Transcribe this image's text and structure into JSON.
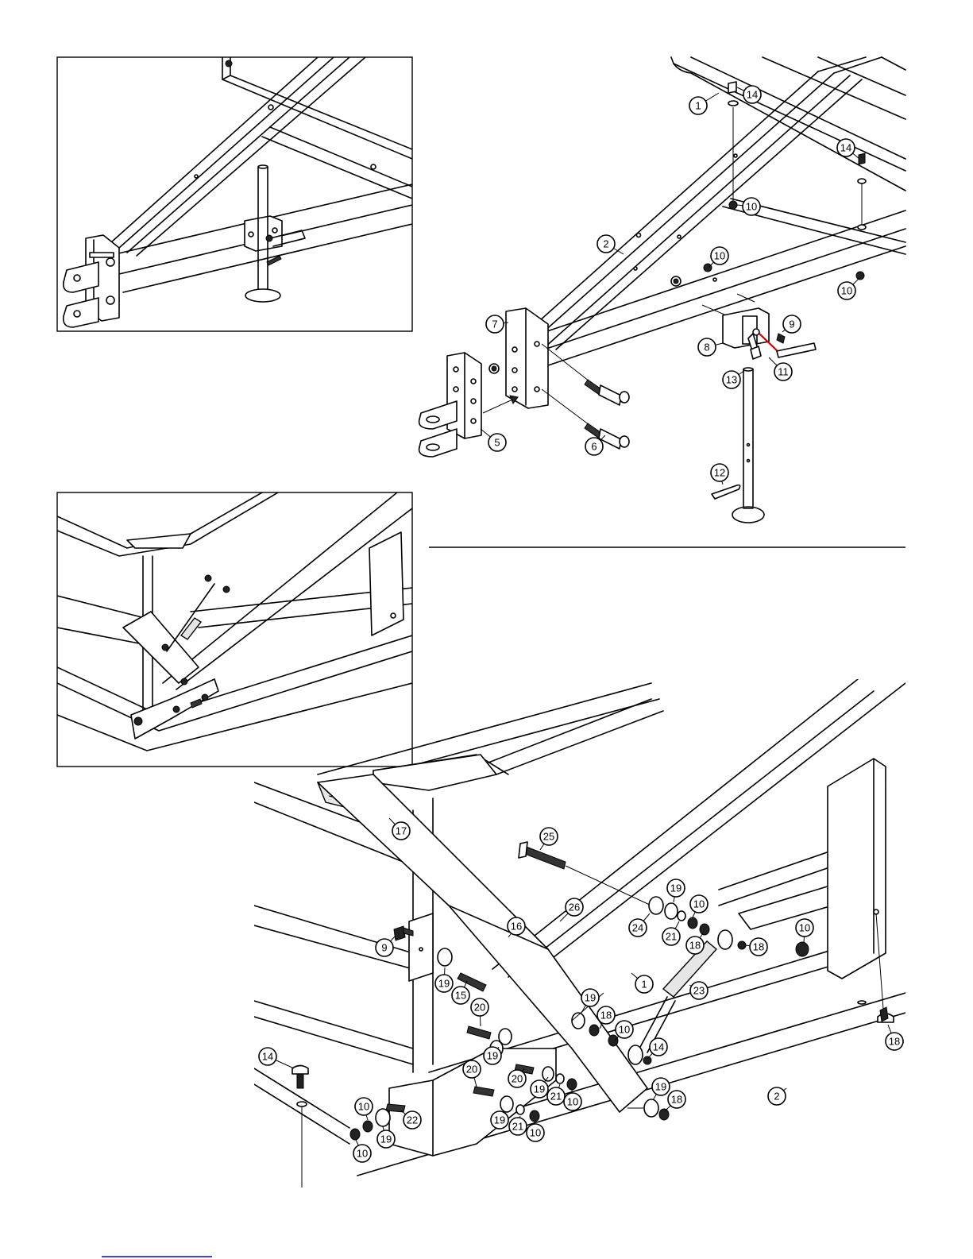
{
  "callouts": {
    "top": [
      {
        "n": "1"
      },
      {
        "n": "14"
      },
      {
        "n": "14"
      },
      {
        "n": "10"
      },
      {
        "n": "2"
      },
      {
        "n": "10"
      },
      {
        "n": "10"
      },
      {
        "n": "7"
      },
      {
        "n": "9"
      },
      {
        "n": "8"
      },
      {
        "n": "11"
      },
      {
        "n": "13"
      },
      {
        "n": "5"
      },
      {
        "n": "6"
      },
      {
        "n": "12"
      }
    ],
    "bottom": [
      {
        "n": "17"
      },
      {
        "n": "25"
      },
      {
        "n": "19"
      },
      {
        "n": "10"
      },
      {
        "n": "26"
      },
      {
        "n": "24"
      },
      {
        "n": "21"
      },
      {
        "n": "16"
      },
      {
        "n": "18"
      },
      {
        "n": "18"
      },
      {
        "n": "10"
      },
      {
        "n": "9"
      },
      {
        "n": "19"
      },
      {
        "n": "1"
      },
      {
        "n": "15"
      },
      {
        "n": "23"
      },
      {
        "n": "19"
      },
      {
        "n": "20"
      },
      {
        "n": "18"
      },
      {
        "n": "10"
      },
      {
        "n": "14"
      },
      {
        "n": "19"
      },
      {
        "n": "18"
      },
      {
        "n": "20"
      },
      {
        "n": "20"
      },
      {
        "n": "14"
      },
      {
        "n": "19"
      },
      {
        "n": "21"
      },
      {
        "n": "10"
      },
      {
        "n": "19"
      },
      {
        "n": "18"
      },
      {
        "n": "2"
      },
      {
        "n": "10"
      },
      {
        "n": "22"
      },
      {
        "n": "19"
      },
      {
        "n": "19"
      },
      {
        "n": "21"
      },
      {
        "n": "10"
      },
      {
        "n": "10"
      }
    ]
  },
  "colors": {
    "line": "#000000",
    "accent": "#cc0000",
    "paper": "#ffffff",
    "link": "#0000ee"
  }
}
